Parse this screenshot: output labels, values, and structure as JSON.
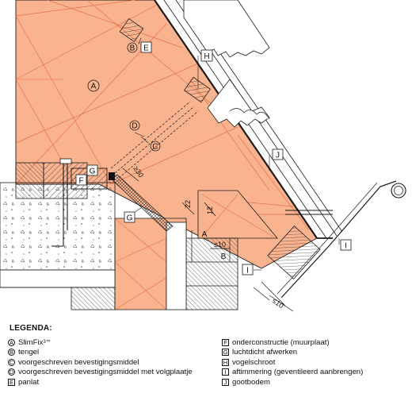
{
  "drawing": {
    "markers": {
      "A": "A",
      "B": "B",
      "C": "C",
      "D": "D",
      "E": "E",
      "F": "F",
      "G": "G",
      "H": "H",
      "I": "I",
      "J": "J"
    },
    "dimensions": {
      "d30": "≥30",
      "d22": "22",
      "d12": "12",
      "d10a": "≤10",
      "d10b": "≤10"
    }
  },
  "legend": {
    "title": "LEGENDA:",
    "items": [
      {
        "letter": "A",
        "shape": "circle",
        "label": "SlimFix",
        "sup": "3™"
      },
      {
        "letter": "B",
        "shape": "circle",
        "label": "tengel"
      },
      {
        "letter": "C",
        "shape": "circle",
        "label": "voorgeschreven bevestigingsmiddel"
      },
      {
        "letter": "D",
        "shape": "circle",
        "label": "voorgeschreven bevestigingsmiddel met volgplaatje"
      },
      {
        "letter": "E",
        "shape": "square",
        "label": "panlat"
      },
      {
        "letter": "F",
        "shape": "square",
        "label": "onderconstructie (muurplaat)"
      },
      {
        "letter": "G",
        "shape": "square",
        "label": "luchtdicht afwerken"
      },
      {
        "letter": "H",
        "shape": "square",
        "label": "vogelschroot"
      },
      {
        "letter": "I",
        "shape": "square",
        "label": "aftimmering (geventileerd aanbrengen)"
      },
      {
        "letter": "J",
        "shape": "square",
        "label": "gootbodem"
      }
    ]
  },
  "colors": {
    "insulation": "#f9b38f",
    "insulation_lines": "#e8704a",
    "line": "#1a1a1a",
    "hatch": "#333333",
    "concrete": "#ffffff"
  }
}
